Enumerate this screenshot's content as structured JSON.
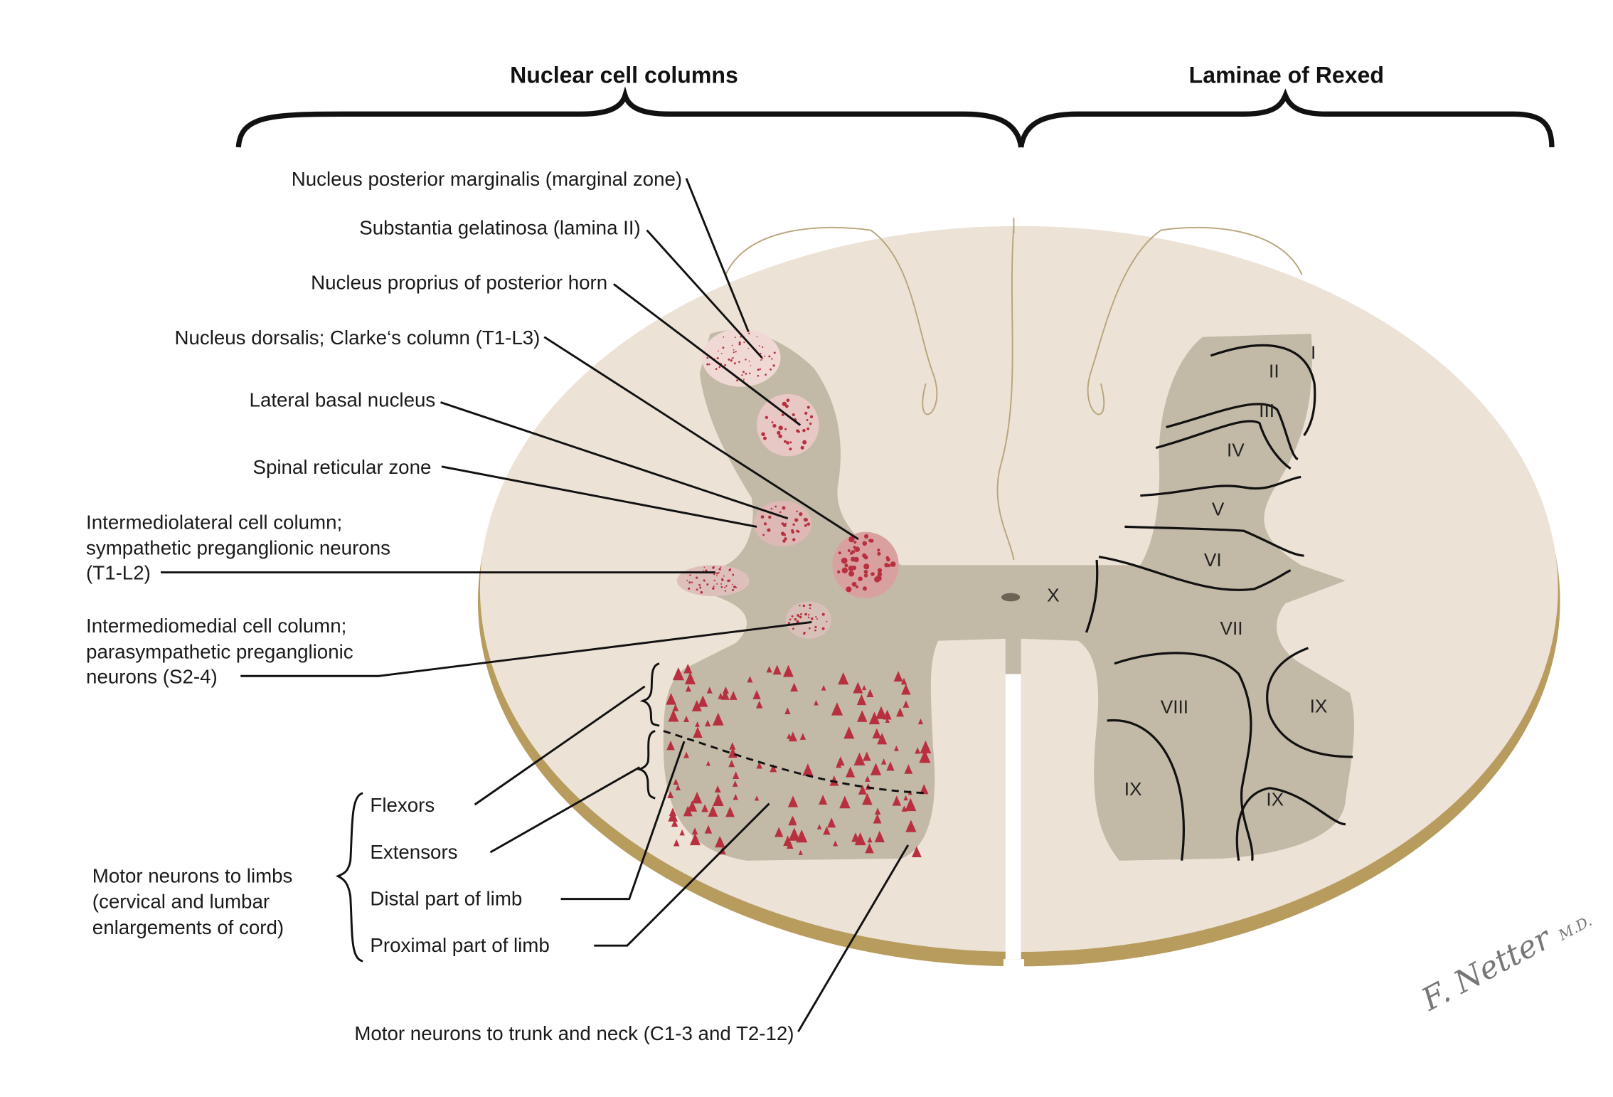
{
  "headings": {
    "left": "Nuclear cell columns",
    "right": "Laminae of Rexed"
  },
  "labels": {
    "marginalis": "Nucleus posterior marginalis (marginal zone)",
    "gelatinosa": "Substantia gelatinosa (lamina II)",
    "proprius": "Nucleus proprius of posterior horn",
    "dorsalis": "Nucleus dorsalis; Clarke‘s column (T1-L3)",
    "lateral_basal": "Lateral basal nucleus",
    "reticular": "Spinal reticular zone",
    "intermediolateral": [
      "Intermediolateral cell column;",
      "sympathetic preganglionic neurons",
      "(T1-L2)"
    ],
    "intermediomedial": [
      "Intermediomedial cell column;",
      "parasympathetic preganglionic",
      "neurons (S2-4)"
    ],
    "flexors": "Flexors",
    "extensors": "Extensors",
    "distal": "Distal part of limb",
    "proximal": "Proximal part of limb",
    "motor_limbs": [
      "Motor neurons to limbs",
      "(cervical and lumbar",
      "enlargements of cord)"
    ],
    "motor_trunk": "Motor neurons to trunk and neck (C1-3 and T2-12)"
  },
  "laminae": [
    "I",
    "II",
    "III",
    "IV",
    "V",
    "VI",
    "VII",
    "VIII",
    "IX",
    "IX",
    "IX",
    "X"
  ],
  "signature": "F. Netter M.D.",
  "colors": {
    "white_matter": "#ece2d6",
    "gray_matter": "#c3b9a7",
    "rim": "#b89c5e",
    "cells": "#b8303f"
  }
}
